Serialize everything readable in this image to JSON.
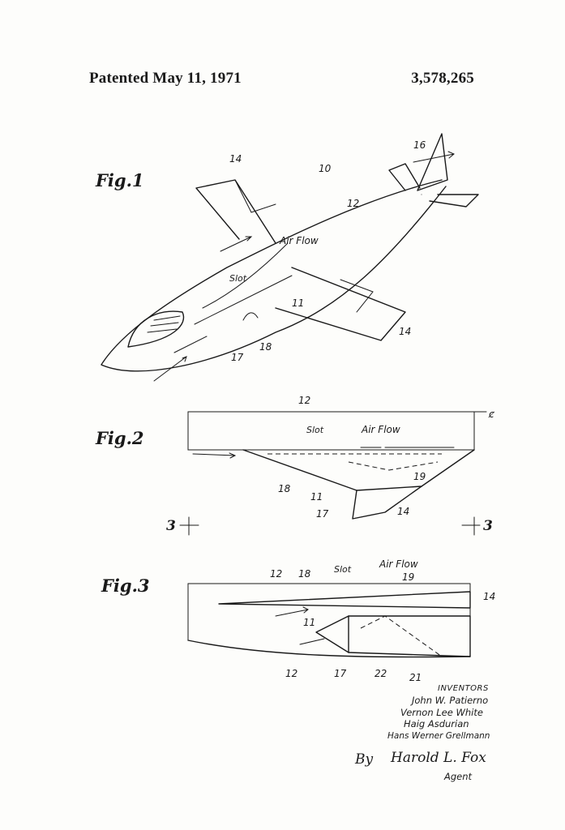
{
  "header": {
    "patented_label": "Patented May 11, 1971",
    "patent_number": "3,578,265"
  },
  "figures": {
    "fig1": {
      "label": "Fig.1",
      "refs": {
        "r14a": "14",
        "r14b": "14",
        "r10": "10",
        "r16": "16",
        "r12": "12",
        "r11": "11",
        "r17": "17",
        "r18": "18"
      },
      "air_flow": "Air Flow",
      "slot": "Slot"
    },
    "fig2": {
      "label": "Fig.2",
      "refs": {
        "r12": "12",
        "r18": "18",
        "r11": "11",
        "r17": "17",
        "r19": "19",
        "r14": "14",
        "cl": "ȼ"
      },
      "air_flow": "Air Flow",
      "slot": "Slot",
      "section_left": "3",
      "section_right": "3"
    },
    "fig3": {
      "label": "Fig.3",
      "refs": {
        "r12a": "12",
        "r18": "18",
        "r19": "19",
        "r14": "14",
        "r11": "11",
        "r12b": "12",
        "r17": "17",
        "r22": "22",
        "r21": "21"
      },
      "air_flow": "Air Flow",
      "slot": "Slot"
    }
  },
  "inventors": {
    "heading": "INVENTORS",
    "names": [
      "John W. Patierno",
      "Vernon Lee White",
      "Haig Asdurian",
      "Hans Werner Grellmann"
    ]
  },
  "signature": {
    "by": "By",
    "name": "Harold L. Fox",
    "role": "Agent"
  }
}
